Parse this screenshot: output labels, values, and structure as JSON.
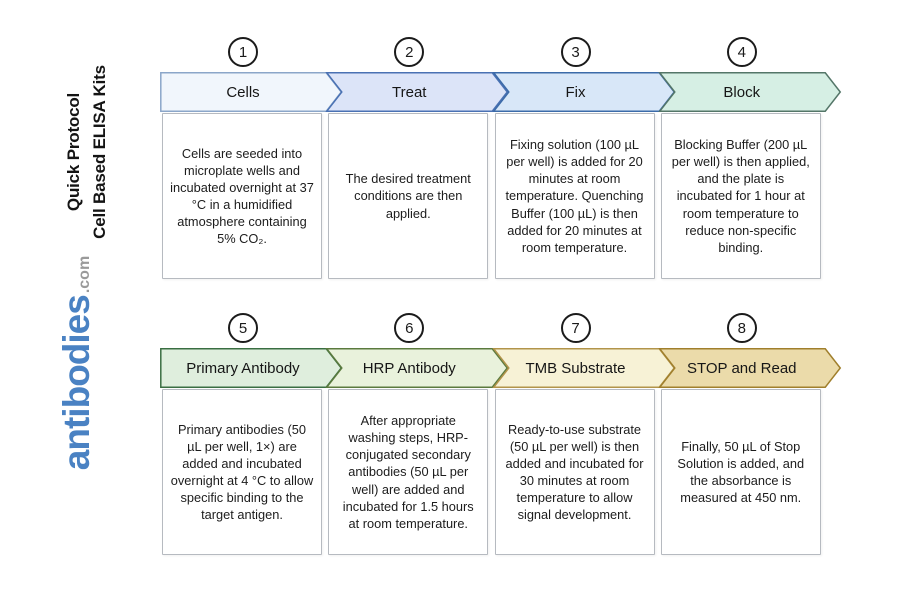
{
  "sidebar": {
    "title_line1": "Cell Based ELISA Kits",
    "title_line2": "Quick Protocol",
    "logo_main": "antibodies",
    "logo_suffix": ".com",
    "logo_color": "#4a82c3",
    "logo_suffix_color": "#9a9a9a"
  },
  "steps": [
    {
      "number": "1",
      "label": "Cells",
      "description": "Cells are seeded into microplate wells and incubated overnight at 37 °C in a humidified atmosphere containing 5% CO₂.",
      "fill": "#f1f6fc",
      "border": "#8ba6c9"
    },
    {
      "number": "2",
      "label": "Treat",
      "description": "The desired treatment conditions are then applied.",
      "fill": "#dce4f8",
      "border": "#4a71b3"
    },
    {
      "number": "3",
      "label": "Fix",
      "description": "Fixing solution (100 µL per well) is added for 20 minutes at room temperature. Quenching Buffer (100 µL) is then added for 20 minutes at room temperature.",
      "fill": "#d8e7f8",
      "border": "#3c6ba9"
    },
    {
      "number": "4",
      "label": "Block",
      "description": "Blocking Buffer (200 µL per well) is then applied, and the plate is incubated for 1 hour at room temperature to reduce non-specific binding.",
      "fill": "#d6efe4",
      "border": "#547668"
    },
    {
      "number": "5",
      "label": "Primary Antibody",
      "description": "Primary antibodies (50 µL per well, 1×) are added and incubated overnight at 4 °C to allow specific binding to the target antigen.",
      "fill": "#dfeedd",
      "border": "#3a6e42"
    },
    {
      "number": "6",
      "label": "HRP Antibody",
      "description": "After appropriate washing steps, HRP-conjugated secondary antibodies (50 µL per well) are added and incubated for 1.5 hours at room temperature.",
      "fill": "#e9f2dc",
      "border": "#5b7a3e"
    },
    {
      "number": "7",
      "label": "TMB Substrate",
      "description": "Ready-to-use substrate (50 µL per well) is then added and incubated for 30 minutes at room temperature to allow signal development.",
      "fill": "#f7f2d6",
      "border": "#b2944a"
    },
    {
      "number": "8",
      "label": "STOP and Read",
      "description": "Finally, 50 µL of Stop Solution is added, and the absorbance is measured at 450 nm.",
      "fill": "#ebdbaa",
      "border": "#a07f2c"
    }
  ]
}
